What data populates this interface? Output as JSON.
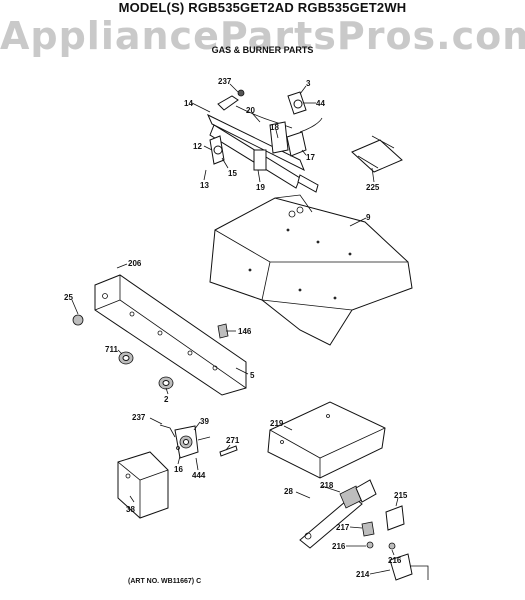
{
  "header": {
    "model": "MODEL(S) RGB535GET2AD  RGB535GET2WH",
    "watermark": "AppliancePartsPros.com",
    "section": "GAS & BURNER PARTS"
  },
  "callouts": {
    "p237a": "237",
    "p3": "3",
    "p14": "14",
    "p20": "20",
    "p44": "44",
    "p18": "18",
    "p12": "12",
    "p17": "17",
    "p15": "15",
    "p13": "13",
    "p19": "19",
    "p225": "225",
    "p9": "9",
    "p206": "206",
    "p25": "25",
    "p146": "146",
    "p711": "711",
    "p5": "5",
    "p2": "2",
    "p237b": "237",
    "p39": "39",
    "p271": "271",
    "p219": "219",
    "p16": "16",
    "p444": "444",
    "p38": "38",
    "p218": "218",
    "p28": "28",
    "p215": "215",
    "p217": "217",
    "p216a": "216",
    "p216b": "216",
    "p214": "214"
  },
  "footer": {
    "art_no": "(ART NO. WB11667) C"
  }
}
